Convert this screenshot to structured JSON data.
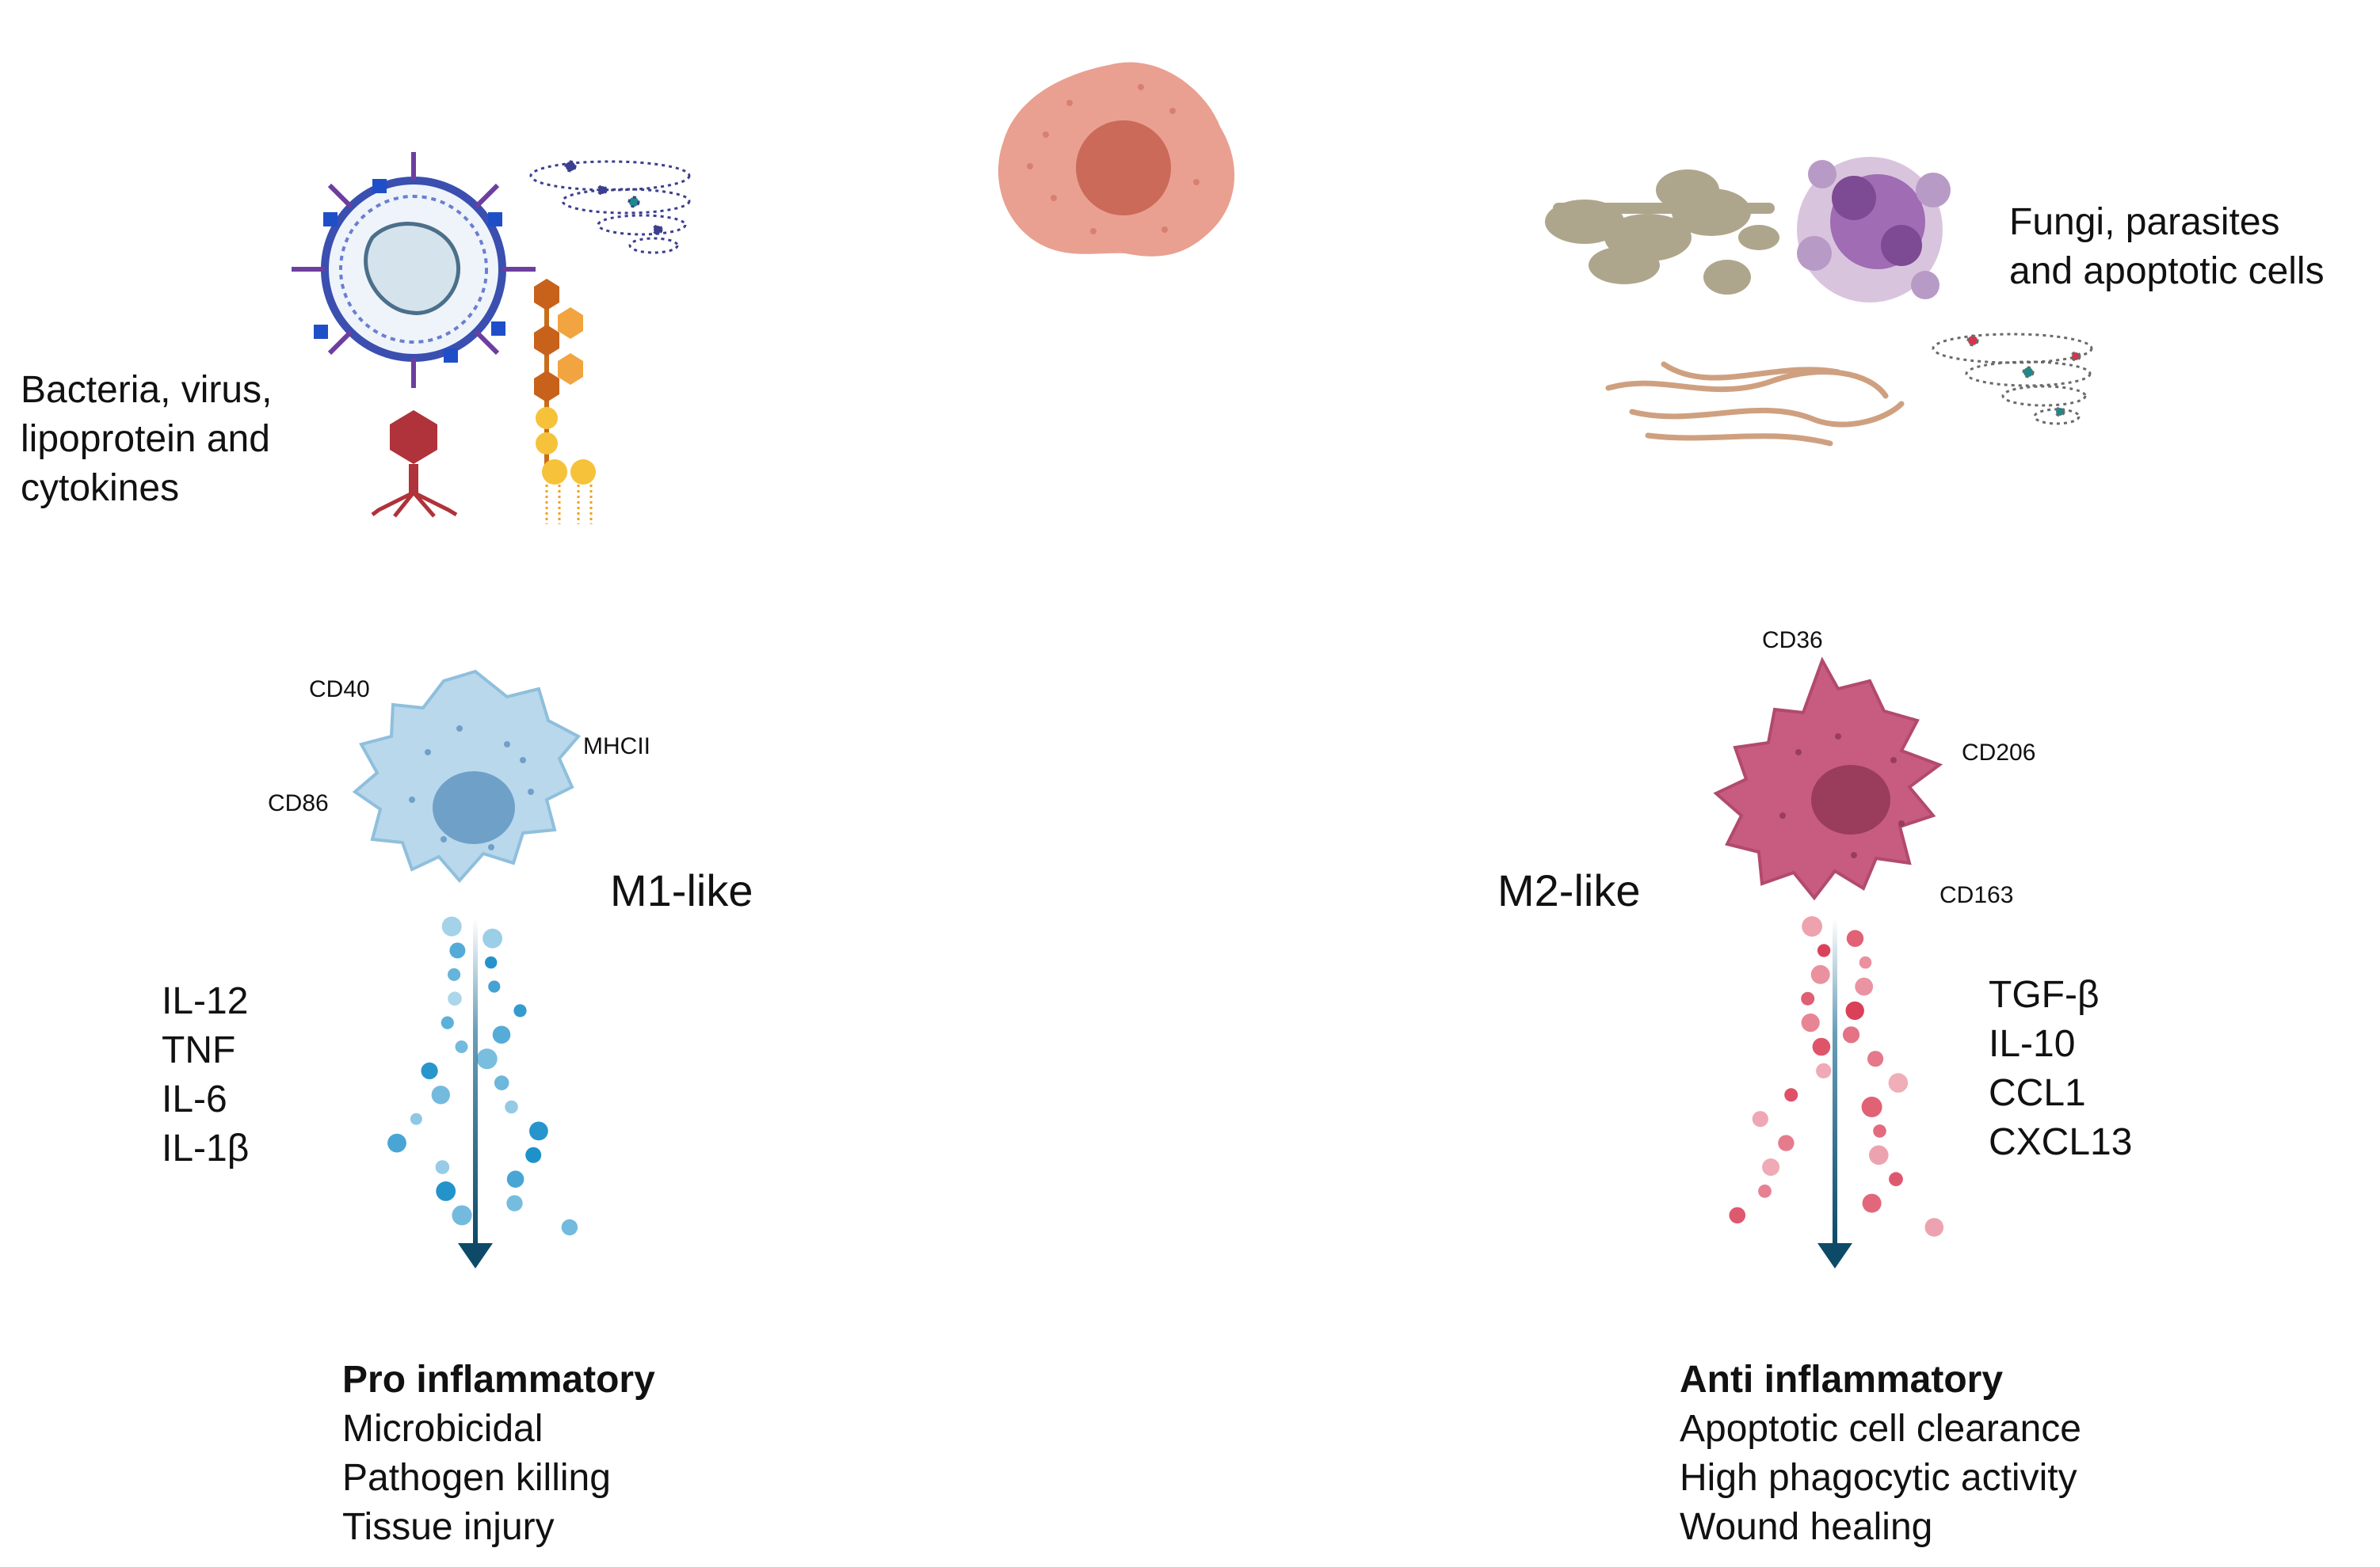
{
  "left": {
    "stimuli": [
      "Bacteria, virus,",
      "lipoprotein and",
      "cytokines"
    ],
    "markers": {
      "top": "CD40",
      "left": "CD86",
      "right": "MHCII"
    },
    "type": "M1-like",
    "cytokines": [
      "IL-12",
      "TNF",
      "IL-6",
      "IL-1β"
    ],
    "outcome": {
      "title": "Pro inflammatory",
      "items": [
        "Microbicidal",
        "Pathogen killing",
        "Tissue injury"
      ]
    },
    "colors": {
      "cell": "#b9d8ec",
      "nucleus": "#6fa0c8",
      "droplet": "#1b8fc9",
      "arrow": "#0d5070"
    }
  },
  "right": {
    "stimuli": [
      "Fungi, parasites",
      "and apoptotic cells"
    ],
    "markers": {
      "top": "CD36",
      "right": "CD206",
      "bottom": "CD163"
    },
    "type": "M2-like",
    "cytokines": [
      "TGF-β",
      "IL-10",
      "CCL1",
      "CXCL13"
    ],
    "outcome": {
      "title": "Anti inflammatory",
      "items": [
        "Apoptotic cell clearance",
        "High phagocytic activity",
        "Wound healing"
      ]
    },
    "colors": {
      "cell": "#c85c80",
      "nucleus": "#9a3d5c",
      "droplet": "#d8344e",
      "arrow": "#0d5070"
    }
  },
  "center": {
    "colors": {
      "cell": "#e9a090",
      "nucleus": "#cc6a5a"
    }
  }
}
